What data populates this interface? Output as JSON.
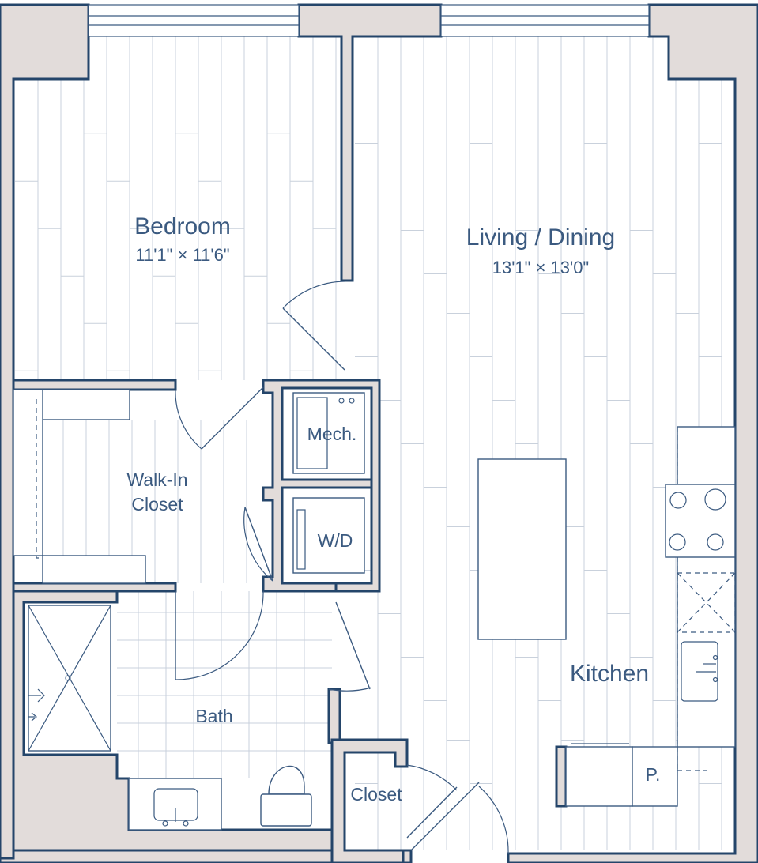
{
  "floorplan": {
    "rooms": {
      "bedroom": {
        "name": "Bedroom",
        "dims": "11'1\" × 11'6\""
      },
      "living": {
        "name": "Living / Dining",
        "dims": "13'1\" × 13'0\""
      },
      "walkin": {
        "name_line1": "Walk-In",
        "name_line2": "Closet"
      },
      "mech": {
        "name": "Mech."
      },
      "wd": {
        "name": "W/D"
      },
      "bath": {
        "name": "Bath"
      },
      "closet": {
        "name": "Closet"
      },
      "kitchen": {
        "name": "Kitchen"
      },
      "pantry": {
        "name": "P."
      }
    },
    "colors": {
      "wall_fill": "#e2dcda",
      "wall_outline": "#24456a",
      "line": "#3b5a80",
      "floor_line": "#c9d1dc"
    }
  }
}
